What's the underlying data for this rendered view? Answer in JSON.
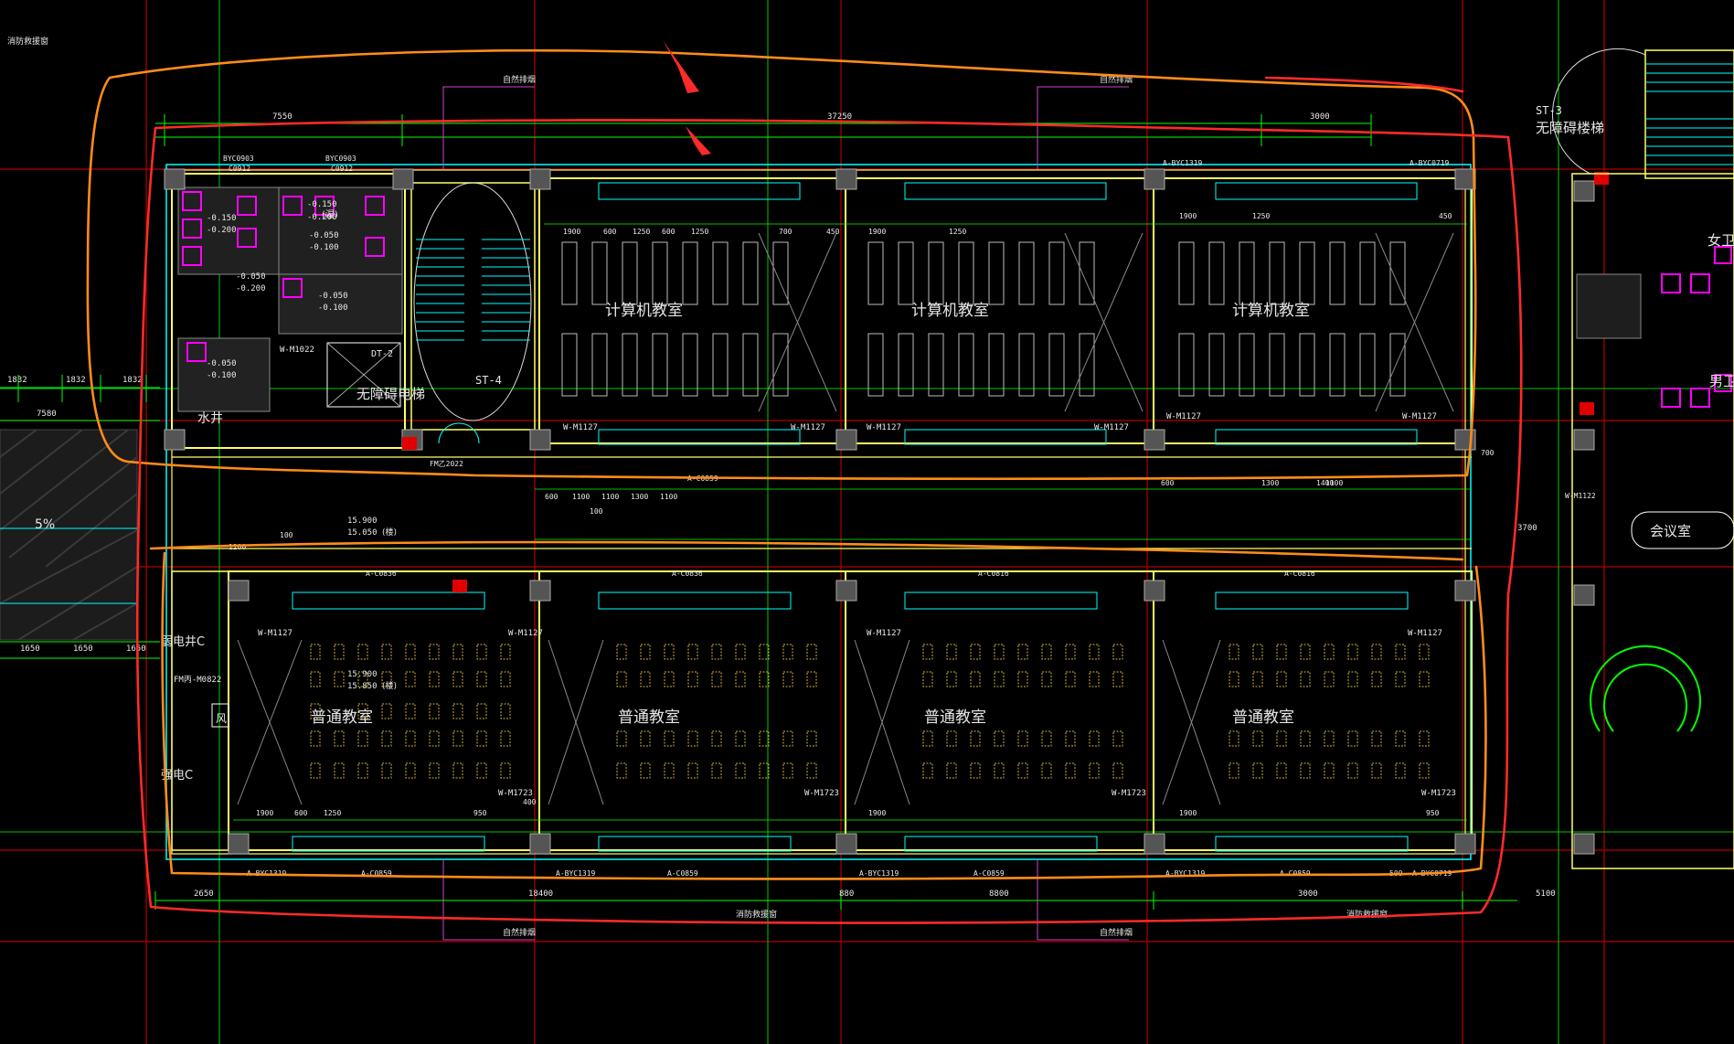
{
  "drawing": {
    "rooms": {
      "computer_lab": "计算机教室",
      "classroom": "普通教室",
      "st4": "ST-4",
      "st3": "ST-3",
      "accessible_stair": "无障碍楼梯",
      "accessible_elevator": "无障碍电梯",
      "dt2": "DT-2",
      "water_well": "水井",
      "weak_elec_well": "弱电井C",
      "strong_elec": "强电C",
      "fan": "风",
      "meeting_room": "会议室",
      "female_wc": "女卫",
      "male_wc": "男卫"
    },
    "notes": {
      "top_left_corner": "消防救援窗",
      "fire_rescue": "消防救援窗",
      "self_drain": "自然排烟",
      "slope": "5%",
      "elev_15900": "15.900",
      "elev_15850": "15.850",
      "elev_15050": "15.050",
      "floor_tag": "(楼)",
      "wet_tag": "(湿)"
    },
    "doors": {
      "m1127": "W-M1127",
      "m1022": "W-M1022",
      "m0822": "FM丙-M0822",
      "m1723": "W-M1723",
      "fm2022": "FM乙2022",
      "m1122": "W-M1122"
    },
    "windows": {
      "byc0903": "BYC0903",
      "c0912": "C0912",
      "c0836": "A-C0836",
      "c0816": "A-C0816",
      "c0859": "A-C0859",
      "byc1319": "A-BYC1319",
      "byc0719": "A-BYC0719"
    },
    "dims": {
      "d7550": "7550",
      "d37250": "37250",
      "d3000": "3000",
      "d1900": "1900",
      "d600": "600",
      "d1250": "1250",
      "d700": "700",
      "d450": "450",
      "d1100": "1100",
      "d1300": "1300",
      "d100": "100",
      "d1200": "1200",
      "d1832": "1832",
      "d7580": "7580",
      "d1650": "1650",
      "d2650": "2650",
      "d18400": "18400",
      "d8800": "8800",
      "d5100": "5100",
      "d3700": "3700",
      "d950": "950",
      "d400": "400",
      "d500": "500",
      "d1400": "1400",
      "d880": "880",
      "d0150": "-0.150",
      "d0200": "-0.200",
      "d0050": "-0.050",
      "d0100": "-0.100"
    },
    "colors": {
      "background": "#000000",
      "wall": "#ffff66",
      "dim_line": "#00ff00",
      "cyan": "#00ffff",
      "magenta": "#ff00ff",
      "red_grid": "#b40000",
      "annotation_orange": "#ff8c1a",
      "annotation_red": "#ff2a2a",
      "furniture": "#d2b23a"
    }
  }
}
